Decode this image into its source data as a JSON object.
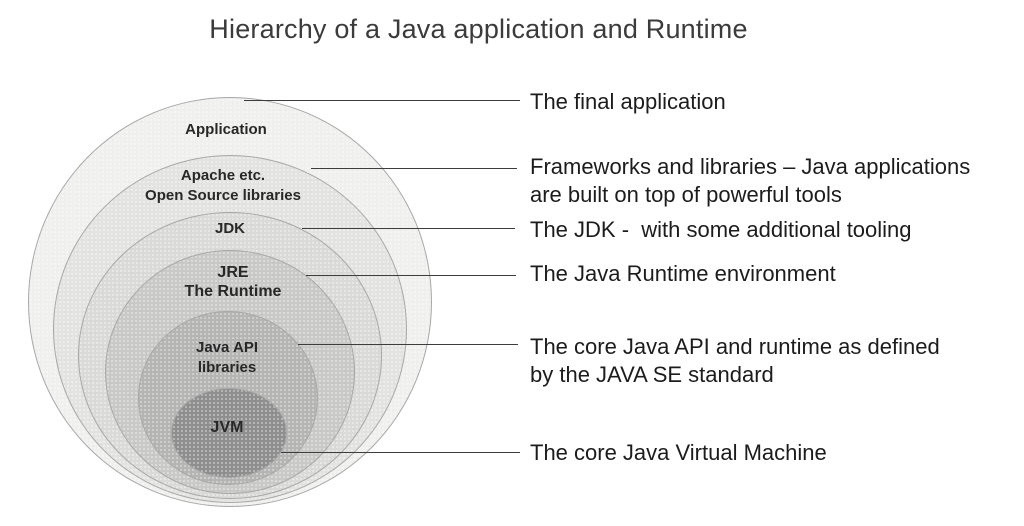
{
  "title": "Hierarchy of a Java application and Runtime",
  "colors": {
    "background": "#ffffff",
    "callout_line": "#3d3d3d",
    "ring_border": "#a8a8a8",
    "title_text": "#3b3b3b",
    "ring_label_text": "#282828",
    "callout_text": "#1c1c1c"
  },
  "diagram": {
    "layers": [
      {
        "name": "application",
        "label1": "Application",
        "fill": "#f0f0ef",
        "callout1": "The final application"
      },
      {
        "name": "open-source-libraries",
        "label1": "Apache etc.",
        "label2": "Open Source libraries",
        "fill": "#e3e3e2",
        "callout1": "Frameworks and libraries – Java applications",
        "callout2": "are built on top of powerful tools"
      },
      {
        "name": "jdk",
        "label1": "JDK",
        "fill": "#dadad9",
        "callout1": "The JDK -  with some additional tooling"
      },
      {
        "name": "jre",
        "label1": "JRE",
        "label2": "The Runtime",
        "fill": "#c9c9c8",
        "callout1": "The Java Runtime environment"
      },
      {
        "name": "java-api-libraries",
        "label1": "Java API",
        "label2": "libraries",
        "fill": "#b5b5b4",
        "callout1": "The core Java API and runtime as defined",
        "callout2": "by the JAVA SE standard"
      },
      {
        "name": "jvm",
        "label1": "JVM",
        "fill": "#8f8f8f",
        "callout1": "The core Java Virtual Machine"
      }
    ]
  }
}
